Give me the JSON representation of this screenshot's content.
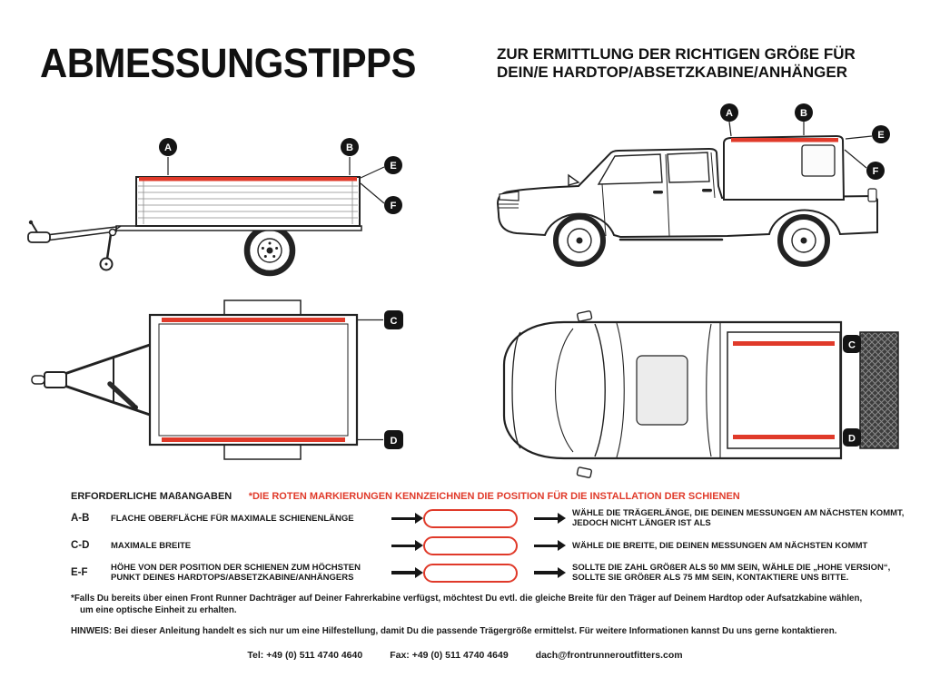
{
  "header": {
    "title": "ABMESSUNGSTIPPS",
    "subtitle_line1": "ZUR ERMITTLUNG DER RICHTIGEN GRÖßE FÜR",
    "subtitle_line2": "DEIN/E HARDTOP/ABSETZKABINE/ANHÄNGER"
  },
  "colors": {
    "red": "#E03A2A"
  },
  "markers": {
    "a": "A",
    "b": "B",
    "c": "C",
    "d": "D",
    "e": "E",
    "f": "F"
  },
  "measurements": {
    "heading": "ERFORDERLICHE MAßANGABEN",
    "note_red": "*DIE ROTEN MARKIERUNGEN KENNZEICHNEN DIE POSITION FÜR DIE INSTALLATION DER SCHIENEN",
    "rows": [
      {
        "label": "A-B",
        "description": "FLACHE OBERFLÄCHE FÜR MAXIMALE SCHIENENLÄNGE",
        "instruction": "WÄHLE DIE TRÄGERLÄNGE, DIE DEINEN MESSUNGEN AM NÄCHSTEN KOMMT, JEDOCH NICHT LÄNGER IST ALS"
      },
      {
        "label": "C-D",
        "description": "MAXIMALE BREITE",
        "instruction": "WÄHLE DIE BREITE, DIE DEINEN MESSUNGEN AM NÄCHSTEN KOMMT"
      },
      {
        "label": "E-F",
        "description": "HÖHE VON DER POSITION DER SCHIENEN ZUM HÖCHSTEN PUNKT DEINES HARDTOPS/ABSETZKABINE/ANHÄNGERS",
        "instruction": "SOLLTE DIE ZAHL GRÖßER ALS 50 MM SEIN, WÄHLE DIE „HOHE VERSION“, SOLLTE SIE GRÖßER ALS 75 MM SEIN, KONTAKTIERE UNS BITTE."
      }
    ]
  },
  "footnotes": {
    "asterisk": "*Falls Du bereits über einen Front Runner Dachträger auf Deiner Fahrerkabine verfügst, möchtest Du evtl. die gleiche Breite für den Träger auf Deinem Hardtop oder Aufsatzkabine wählen, um eine optische Einheit zu erhalten.",
    "hinweis": "HINWEIS: Bei dieser Anleitung handelt es sich nur um eine Hilfestellung, damit Du die passende Trägergröße ermittelst. Für weitere Informationen kannst Du uns gerne kontaktieren."
  },
  "contact": {
    "tel": "Tel: +49 (0) 511 4740 4640",
    "fax": "Fax: +49 (0) 511 4740 4649",
    "email": "dach@frontrunneroutfitters.com"
  }
}
